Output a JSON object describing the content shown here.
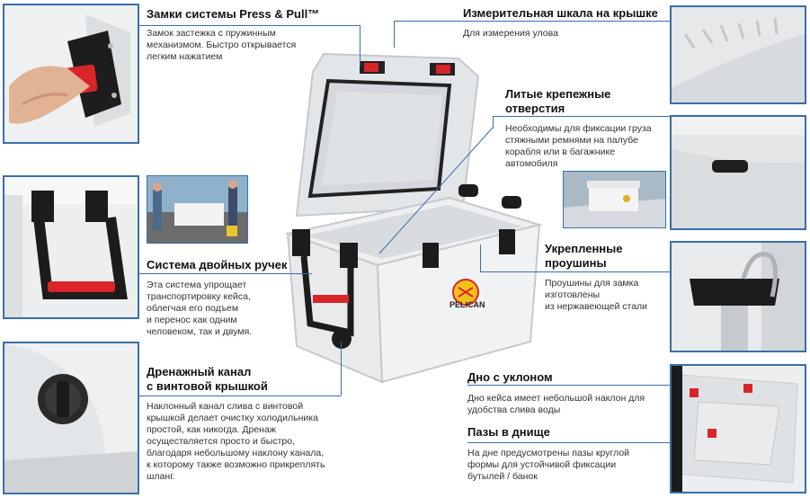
{
  "features": [
    {
      "id": "latches",
      "title": [
        "Замки системы Press & Pull™"
      ],
      "desc": [
        "Замок застежка с пружинным",
        "механизмом. Быстро открывается",
        "легким нажатием"
      ]
    },
    {
      "id": "ruler",
      "title": [
        "Измерительная шкала на крышке"
      ],
      "desc": [
        "Для измерения улова"
      ]
    },
    {
      "id": "tiedowns",
      "title": [
        "Литые крепежные",
        "отверстия"
      ],
      "desc": [
        "Необходимы для фиксации груза",
        "стяжными ремнями на палубе",
        "корабля или в багажнике",
        "автомобиля"
      ]
    },
    {
      "id": "handles",
      "title": [
        "Система двойных ручек"
      ],
      "desc": [
        "Эта система упрощает",
        "транспортировку кейса,",
        "облегчая его подъем",
        "и перенос как одним",
        "человеком, так и двумя."
      ]
    },
    {
      "id": "lugs",
      "title": [
        "Укрепленные",
        "проушины"
      ],
      "desc": [
        "Проушины для замка",
        "изготовлены",
        "из нержавеющей стали"
      ]
    },
    {
      "id": "drain",
      "title": [
        "Дренажный канал",
        "с винтовой крышкой"
      ],
      "desc": [
        "Наклонный канал слива с винтовой",
        "крышкой делает очистку холодильника",
        "простой, как никогда. Дренаж",
        "осуществляется просто и быстро,",
        "благодаря небольшому наклону канала,",
        "к которому также возможно прикреплять",
        "шланг."
      ]
    },
    {
      "id": "slope",
      "title": [
        "Дно с уклоном"
      ],
      "desc": [
        "Дно кейса имеет небольшой наклон для",
        "удобства слива воды"
      ]
    },
    {
      "id": "grooves",
      "title": [
        "Пазы в днище"
      ],
      "desc": [
        "На дне предусмотрены пазы круглой",
        "формы для устойчивой фиксации",
        "бутылей / банок"
      ]
    }
  ],
  "brand": {
    "logo_text": "PELICAN"
  },
  "colors": {
    "accent": "#3a6ea8",
    "latch_red": "#d9252a",
    "body_white": "#e9ebed",
    "dark": "#1c1c1c"
  }
}
